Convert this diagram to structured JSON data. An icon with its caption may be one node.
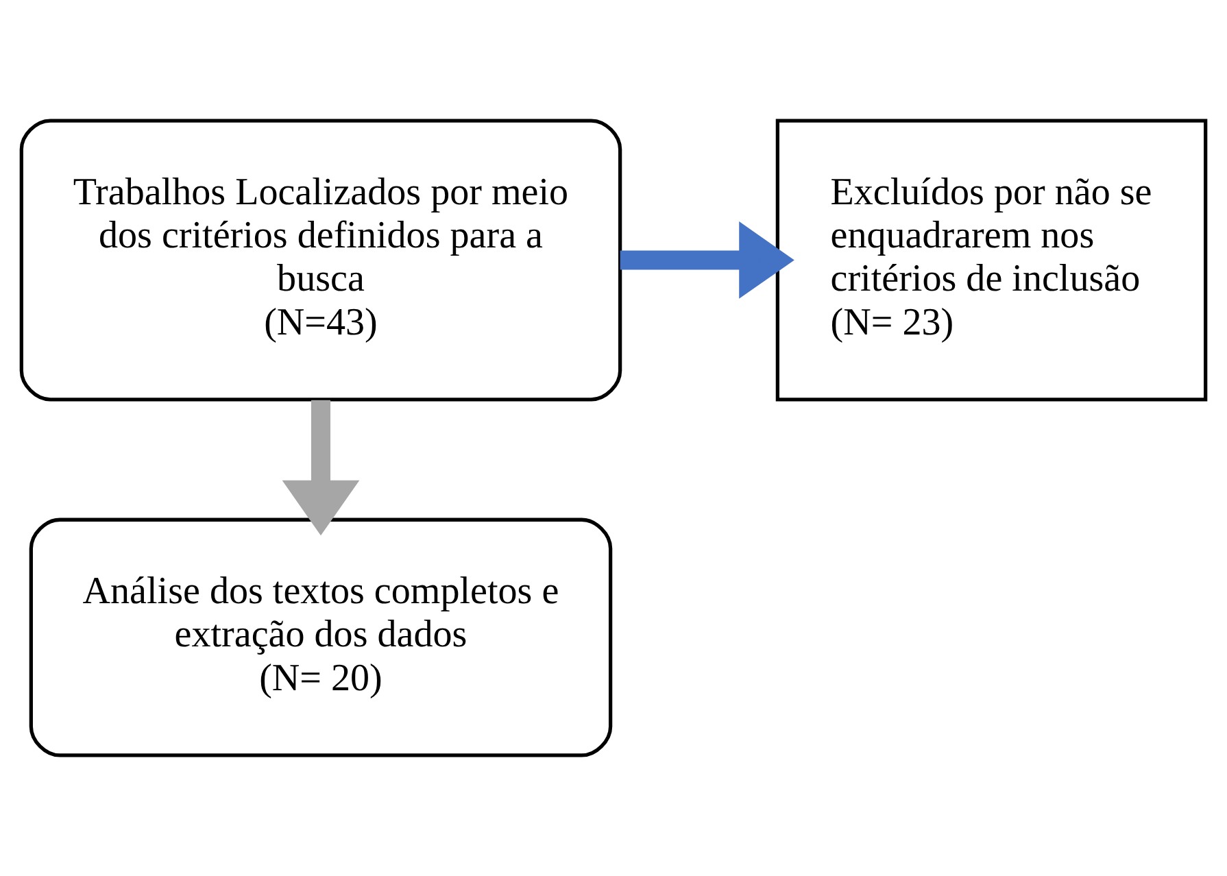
{
  "diagram": {
    "nodes": [
      {
        "text": [
          "Trabalhos Localizados por meio dos critérios definidos para a busca",
          "(N=43)"
        ]
      },
      {
        "text": [
          "Excluídos por não se enquadrarem nos critérios de inclusão (N= 23)"
        ]
      },
      {
        "text": [
          "Análise dos textos completos e extração dos dados",
          "(N= 20)"
        ]
      }
    ],
    "edges": [
      {
        "from": 0,
        "to": 1,
        "arrow": "to",
        "color": "#4472c4"
      },
      {
        "from": 0,
        "to": 2,
        "arrow": "to",
        "color": "#a6a6a6"
      }
    ]
  }
}
